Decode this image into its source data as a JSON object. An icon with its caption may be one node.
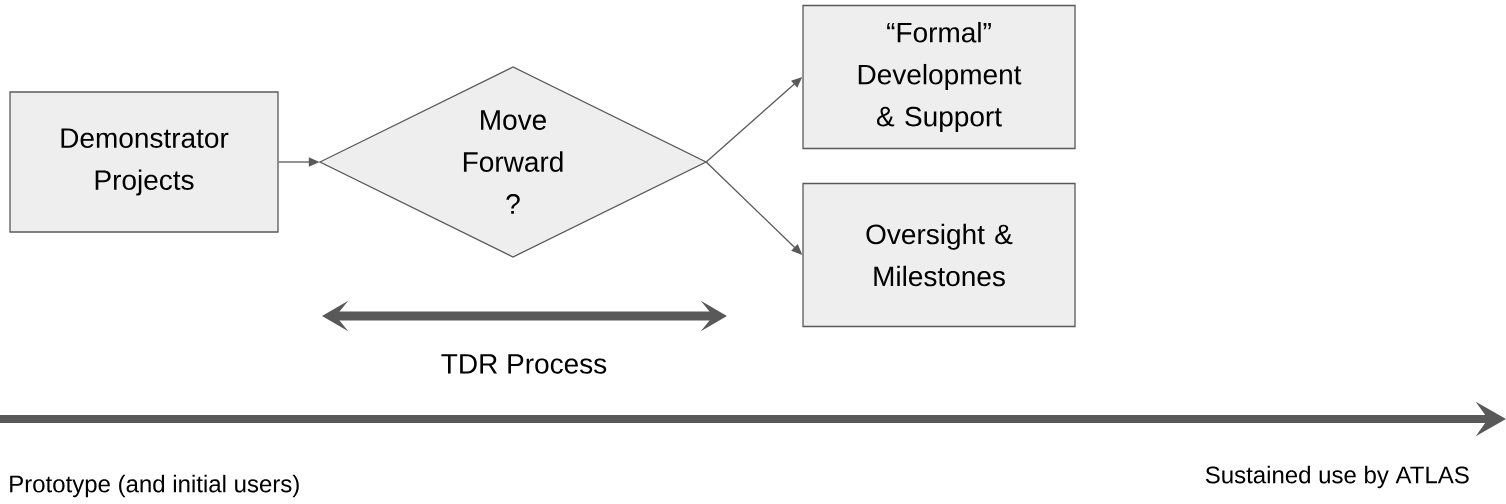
{
  "diagram": {
    "nodes": [
      {
        "text": [
          "Demonstrator Projects"
        ]
      },
      {
        "text": [
          "Move Forward ?"
        ]
      },
      {
        "text": [
          "“Formal” Development & Support"
        ]
      },
      {
        "text": [
          "Oversight & Milestones"
        ]
      }
    ],
    "edges": [
      {
        "from": 0,
        "to": 1,
        "arrow": "to"
      },
      {
        "from": 1,
        "to": 2,
        "arrow": "to"
      },
      {
        "from": 1,
        "to": 3,
        "arrow": "to"
      }
    ],
    "labels": [
      "TDR Process",
      "Prototype (and initial users)",
      "Sustained use by ATLAS"
    ]
  }
}
